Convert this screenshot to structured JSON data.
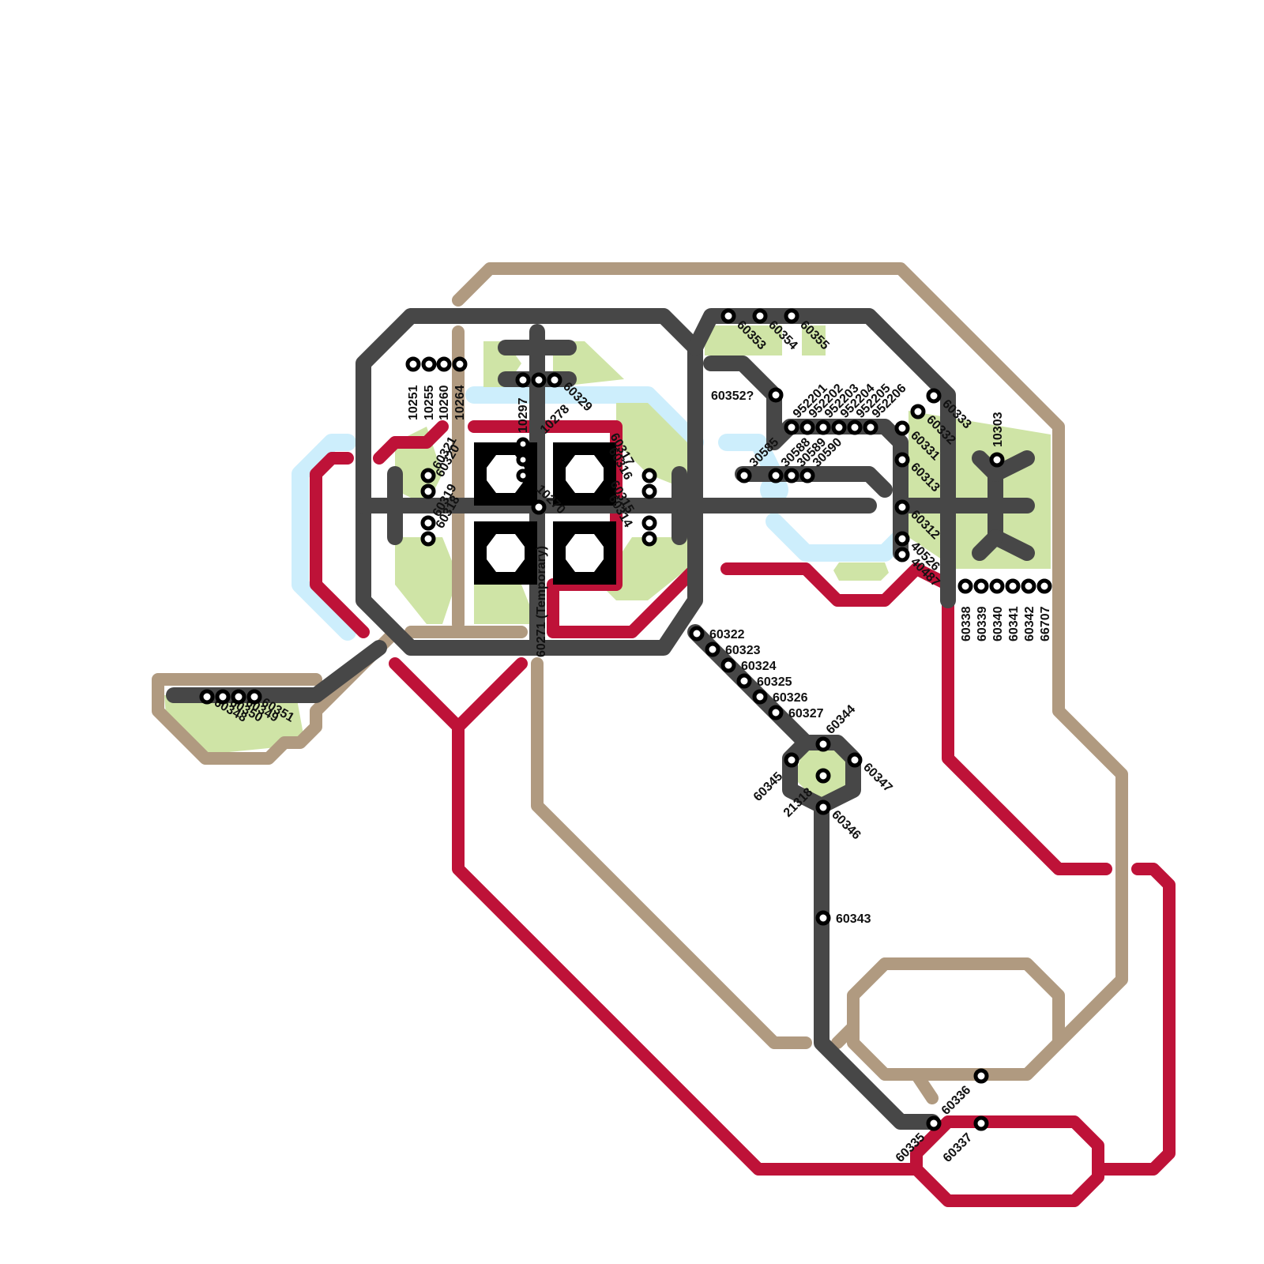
{
  "colors": {
    "background": "#ffffff",
    "road": "#474747",
    "tan_line": "#b09a80",
    "red_line": "#be1238",
    "green_area": "#cfe4a6",
    "light_blue": "#cdeefc",
    "block": "#000000"
  },
  "stops": [
    {
      "label": "10251"
    },
    {
      "label": "10255"
    },
    {
      "label": "10260"
    },
    {
      "label": "10264"
    },
    {
      "label": "10297"
    },
    {
      "label": "60329"
    },
    {
      "label": "10278"
    },
    {
      "label": "10270"
    },
    {
      "label": "60271 (Temporary)"
    },
    {
      "label": "60321"
    },
    {
      "label": "60320"
    },
    {
      "label": "60319"
    },
    {
      "label": "60318"
    },
    {
      "label": "60317"
    },
    {
      "label": "60316"
    },
    {
      "label": "60315"
    },
    {
      "label": "60314"
    },
    {
      "label": "60353"
    },
    {
      "label": "60354"
    },
    {
      "label": "60355"
    },
    {
      "label": "60352?"
    },
    {
      "label": "952201"
    },
    {
      "label": "952202"
    },
    {
      "label": "952203"
    },
    {
      "label": "952204"
    },
    {
      "label": "952205"
    },
    {
      "label": "952206"
    },
    {
      "label": "30585"
    },
    {
      "label": "30588"
    },
    {
      "label": "30589"
    },
    {
      "label": "30590"
    },
    {
      "label": "60333"
    },
    {
      "label": "60332"
    },
    {
      "label": "60331"
    },
    {
      "label": "60313"
    },
    {
      "label": "60312"
    },
    {
      "label": "40526"
    },
    {
      "label": "40487"
    },
    {
      "label": "10303"
    },
    {
      "label": "60338"
    },
    {
      "label": "60339"
    },
    {
      "label": "60340"
    },
    {
      "label": "60341"
    },
    {
      "label": "60342"
    },
    {
      "label": "66707"
    },
    {
      "label": "60322"
    },
    {
      "label": "60323"
    },
    {
      "label": "60324"
    },
    {
      "label": "60325"
    },
    {
      "label": "60326"
    },
    {
      "label": "60327"
    },
    {
      "label": "60344"
    },
    {
      "label": "60345"
    },
    {
      "label": "60347"
    },
    {
      "label": "21318"
    },
    {
      "label": "60346"
    },
    {
      "label": "60343"
    },
    {
      "label": "60348"
    },
    {
      "label": "60350"
    },
    {
      "label": "60349"
    },
    {
      "label": "60351"
    },
    {
      "label": "60336"
    },
    {
      "label": "60335"
    },
    {
      "label": "60337"
    }
  ]
}
